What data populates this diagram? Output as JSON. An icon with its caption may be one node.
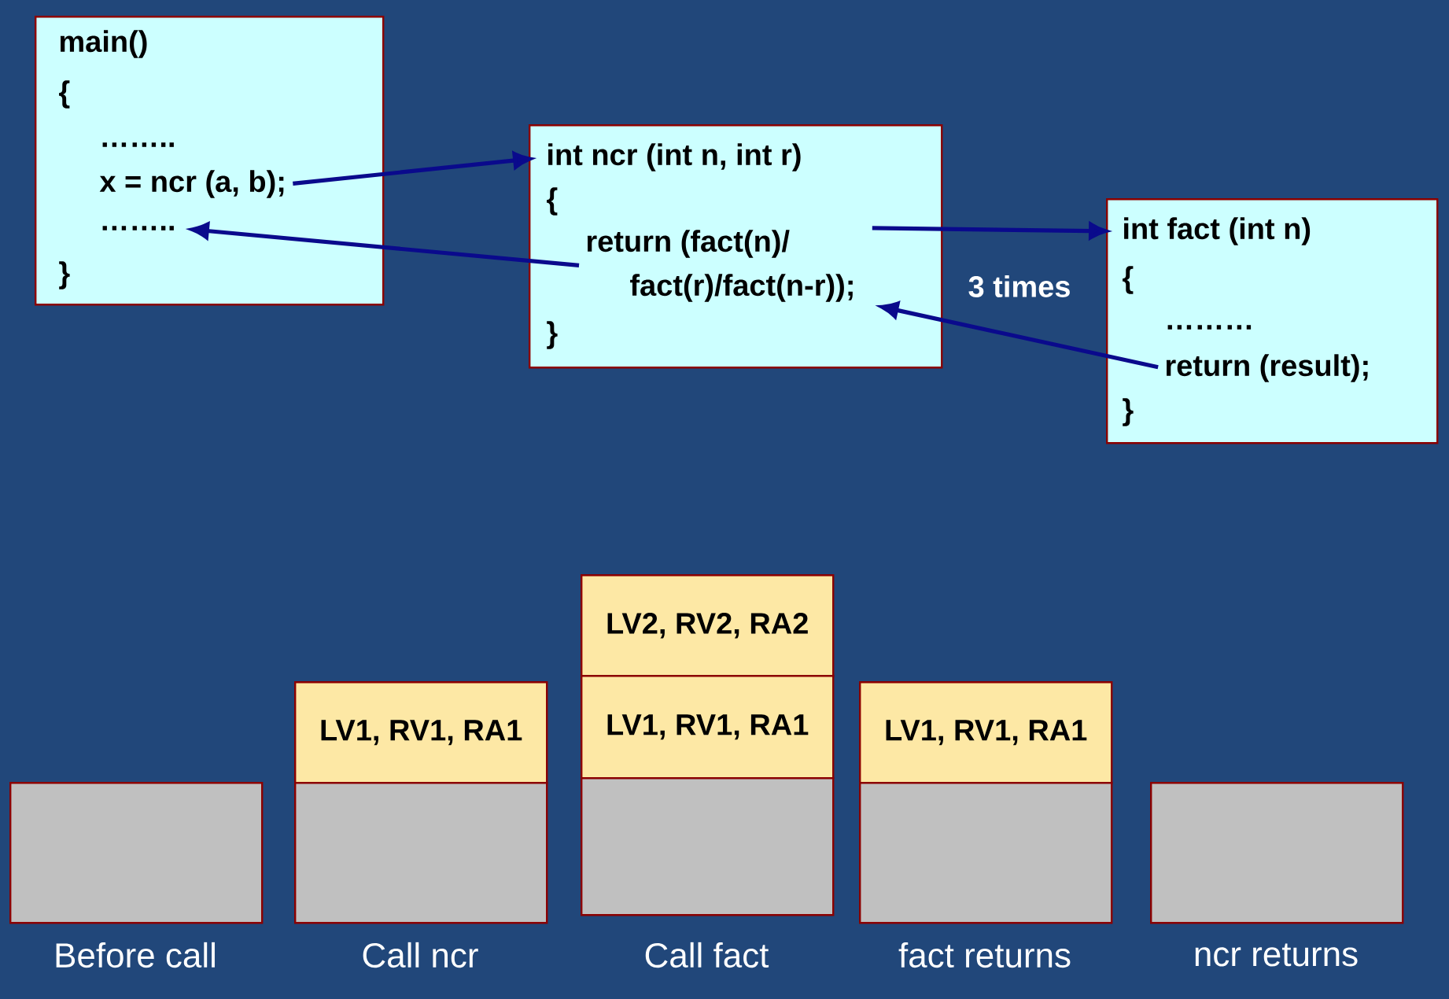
{
  "diagram": {
    "nodes": [
      {
        "text": [],
        "shape": "box"
      },
      {
        "text": [
          "main()"
        ],
        "in": 0
      },
      {
        "text": [
          "{"
        ],
        "in": 0
      },
      {
        "text": [
          "…….."
        ],
        "in": 0
      },
      {
        "text": [
          "x = ncr (a, b);"
        ],
        "in": 0
      },
      {
        "text": [
          "…….."
        ],
        "in": 0
      },
      {
        "text": [
          "}"
        ],
        "in": 0
      },
      {
        "text": [],
        "shape": "box"
      },
      {
        "text": [
          "int ncr (int n, int r)"
        ],
        "in": 7
      },
      {
        "text": [
          "{"
        ],
        "in": 7
      },
      {
        "text": [
          "return (fact(n)/ fact(r)/fact(n-r));"
        ],
        "in": 7
      },
      {
        "text": [
          "}"
        ],
        "in": 7
      },
      {
        "text": [],
        "shape": "box"
      },
      {
        "text": [
          "int fact (int n)"
        ],
        "in": 12
      },
      {
        "text": [
          "{"
        ],
        "in": 12
      },
      {
        "text": [
          "………"
        ],
        "in": 12
      },
      {
        "text": [
          "return (result);"
        ],
        "in": 12
      },
      {
        "text": [
          "}"
        ],
        "in": 12
      },
      {
        "text": [
          "LV2, RV2, RA2"
        ]
      },
      {
        "text": [
          "LV1, RV1, RA1"
        ]
      },
      {
        "text": [
          "LV1, RV1, RA1"
        ]
      },
      {
        "text": [
          "LV1, RV1, RA1"
        ]
      },
      {
        "text": [],
        "shape": "box",
        "beside": [
          "Before call"
        ]
      },
      {
        "text": [],
        "shape": "box",
        "beside": [
          "Call ncr"
        ]
      },
      {
        "text": [],
        "shape": "box",
        "beside": [
          "Call fact"
        ]
      },
      {
        "text": [],
        "shape": "box",
        "beside": [
          "fact returns"
        ]
      },
      {
        "text": [],
        "shape": "box",
        "beside": [
          "ncr returns"
        ]
      }
    ],
    "edges": [
      {
        "from": 4,
        "to": 8,
        "arrow": "to"
      },
      {
        "from": 10,
        "to": 5,
        "arrow": "to"
      },
      {
        "from": 10,
        "to": 13,
        "arrow": "to"
      },
      {
        "from": 16,
        "to": 10,
        "arrow": "to"
      }
    ],
    "labels": [
      "3 times"
    ]
  }
}
